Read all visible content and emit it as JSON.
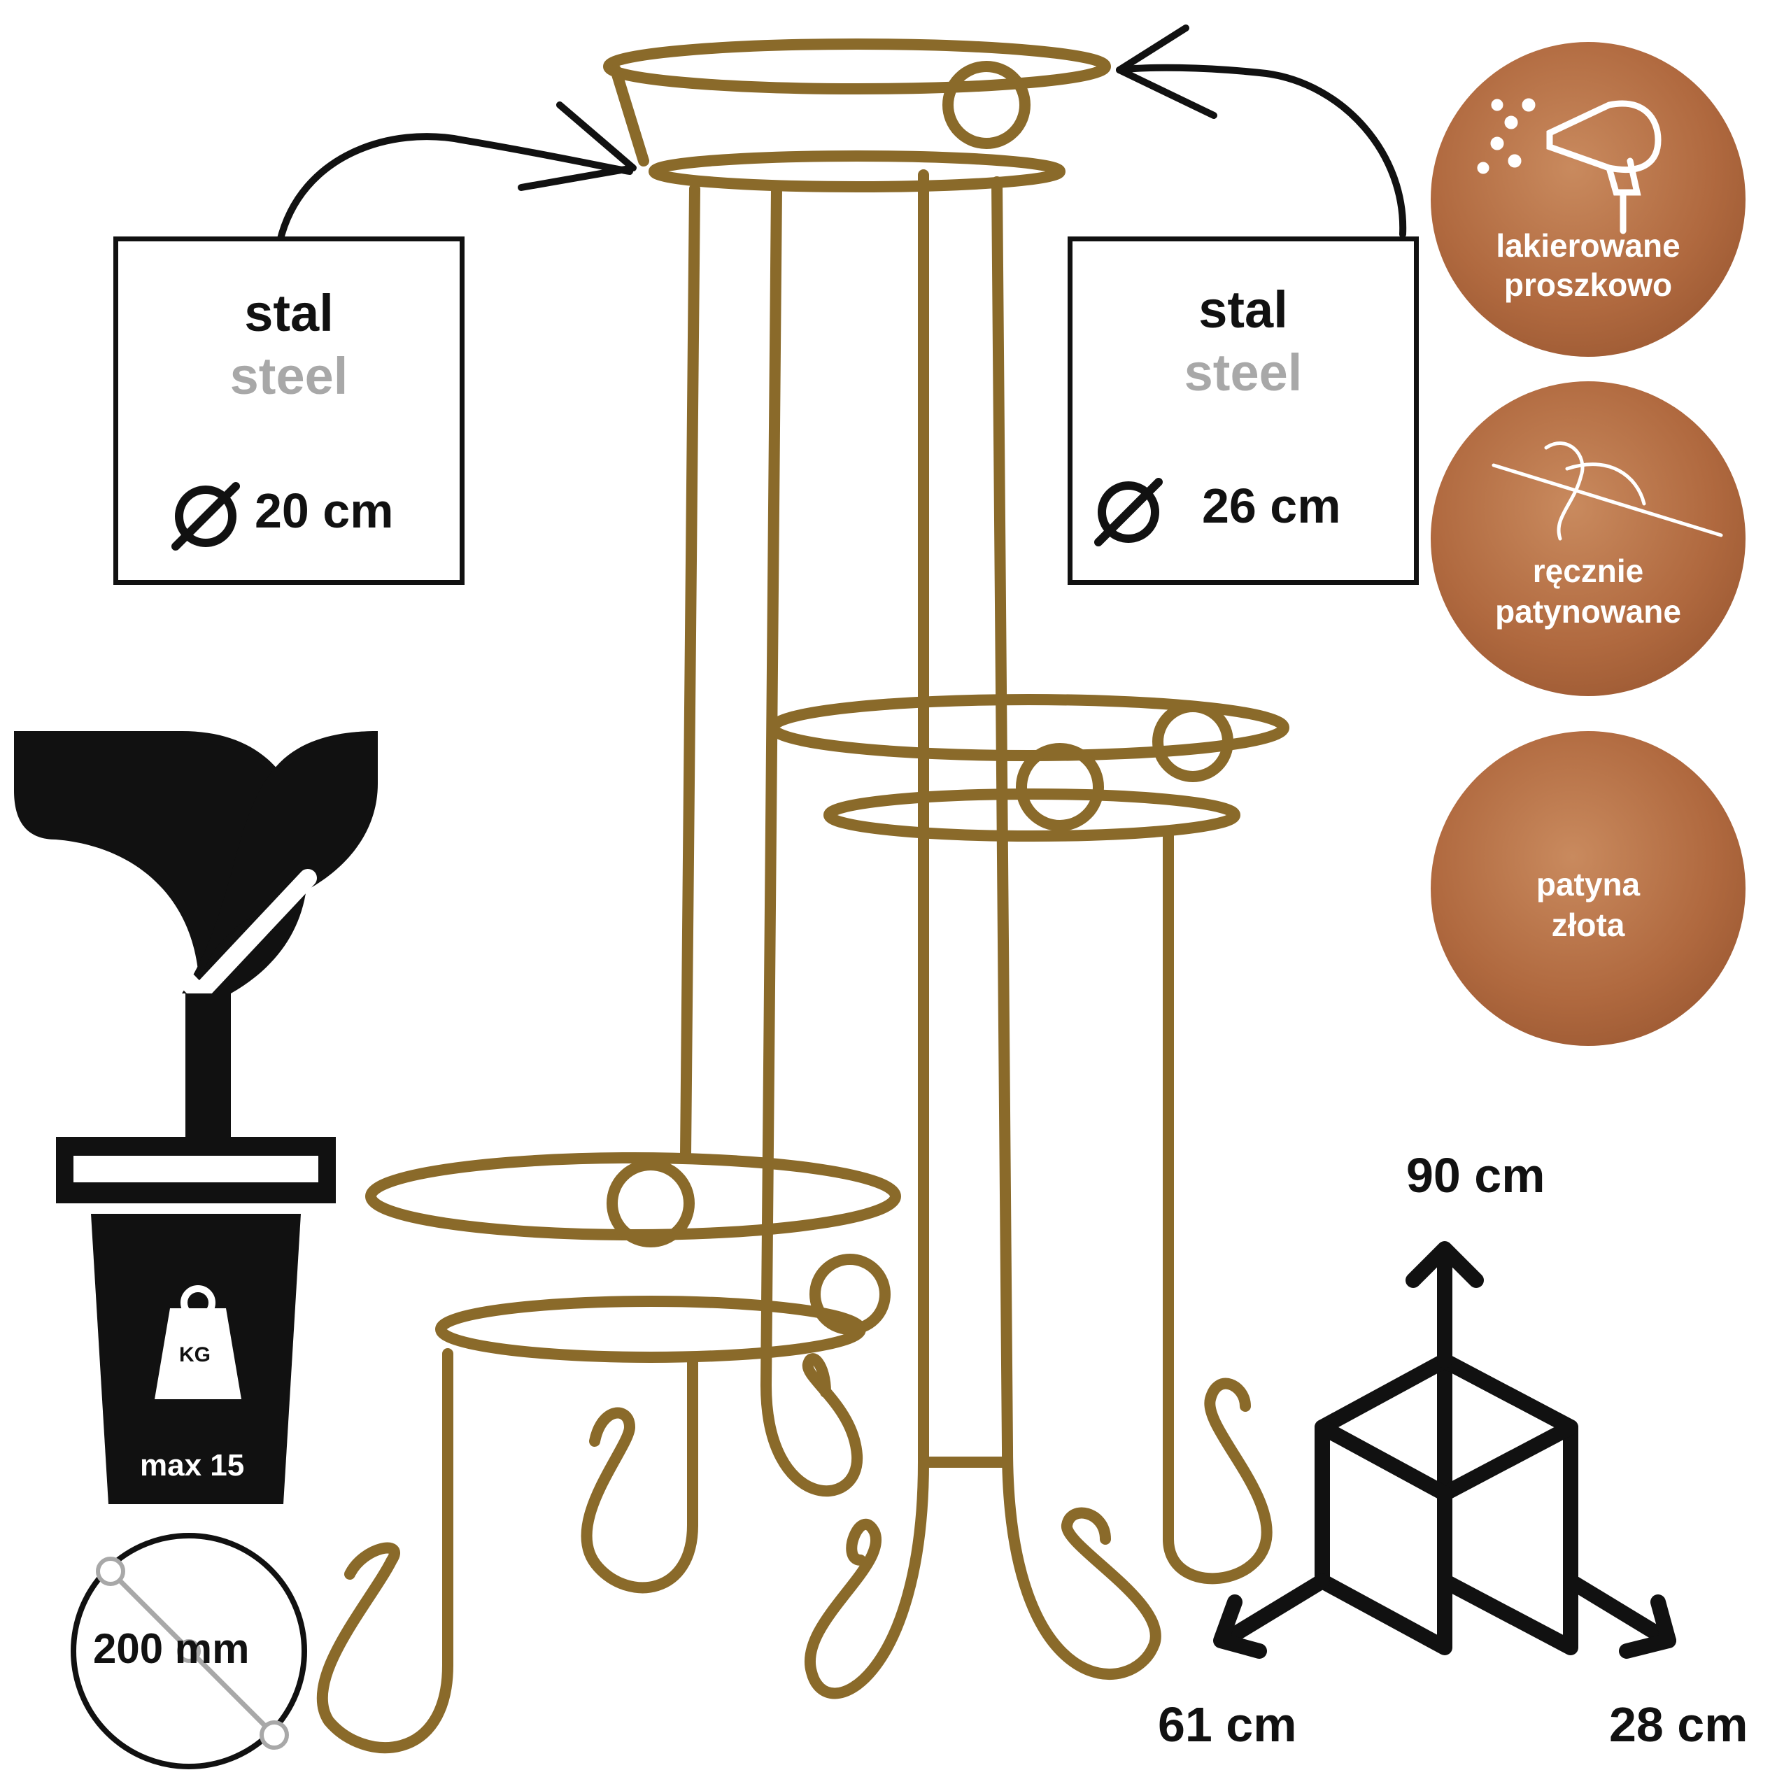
{
  "left_spec": {
    "material_pl": "stal",
    "material_en": "steel",
    "diameter": "20 cm"
  },
  "right_spec": {
    "material_pl": "stal",
    "material_en": "steel",
    "diameter": "26 cm"
  },
  "badges": [
    {
      "line1": "lakierowane",
      "line2": "proszkowo",
      "icon": "spray-gun-icon"
    },
    {
      "line1": "ręcznie",
      "line2": "patynowane",
      "icon": "paint-brush-hand-icon"
    },
    {
      "line1": "patyna",
      "line2": "złota",
      "icon": "none"
    }
  ],
  "dimensions": {
    "height": "90 cm",
    "width": "61 cm",
    "depth": "28 cm"
  },
  "load": {
    "unit": "KG",
    "label": "max 15"
  },
  "pot_size": {
    "label": "200 mm"
  },
  "colors": {
    "metal": "#8a6a2a",
    "metal_light": "#c9a85a",
    "badge": "#b0693f",
    "ink": "#111111",
    "muted": "#a8a8a8"
  }
}
